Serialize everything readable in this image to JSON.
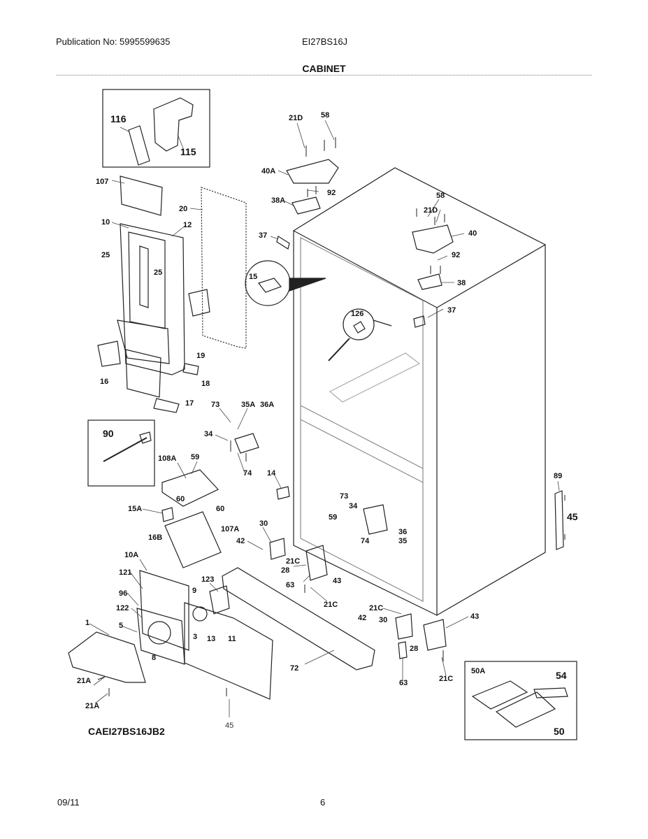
{
  "header": {
    "publication": "Publication No: 5995599635",
    "model": "EI27BS16J",
    "section_title": "CABINET"
  },
  "labels": {
    "p116": "116",
    "p115": "115",
    "p107": "107",
    "p20": "20",
    "p10": "10",
    "p12": "12",
    "p25a": "25",
    "p25b": "25",
    "p19": "19",
    "p16": "16",
    "p18": "18",
    "p17": "17",
    "p21D_a": "21D",
    "p58_a": "58",
    "p40A": "40A",
    "p92_a": "92",
    "p38A": "38A",
    "p37_a": "37",
    "p15": "15",
    "p58_b": "58",
    "p21D_b": "21D",
    "p40": "40",
    "p92_b": "92",
    "p38": "38",
    "p37_b": "37",
    "p126": "126",
    "p73_a": "73",
    "p35A": "35A",
    "p36A": "36A",
    "p34_a": "34",
    "p74_a": "74",
    "p90": "90",
    "p108A": "108A",
    "p59_a": "59",
    "p14": "14",
    "p15A": "15A",
    "p60_a": "60",
    "p60_b": "60",
    "p16B": "16B",
    "p107A": "107A",
    "p30_a": "30",
    "p42_a": "42",
    "p21C_a": "21C",
    "p28_a": "28",
    "p63_a": "63",
    "p43_a": "43",
    "p21C_b": "21C",
    "p73_b": "73",
    "p34_b": "34",
    "p59_b": "59",
    "p36": "36",
    "p35": "35",
    "p74_b": "74",
    "p89": "89",
    "p45_a": "45",
    "p10A": "10A",
    "p121": "121",
    "p123": "123",
    "p96": "96",
    "p9": "9",
    "p122": "122",
    "p1": "1",
    "p5": "5",
    "p8": "8",
    "p13": "13",
    "p11": "11",
    "p3": "3",
    "p21A_a": "21A",
    "p21A_b": "21A",
    "p45_b": "45",
    "p72": "72",
    "p21C_c": "21C",
    "p42_b": "42",
    "p30_b": "30",
    "p43_b": "43",
    "p28_b": "28",
    "p63_b": "63",
    "p21C_d": "21C",
    "p50A": "50A",
    "p54": "54",
    "p50": "50"
  },
  "footer": {
    "diagram_code": "CAEI27BS16JB2",
    "date": "09/11",
    "page_number": "6"
  }
}
